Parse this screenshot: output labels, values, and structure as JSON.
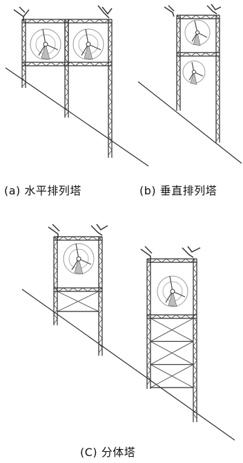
{
  "captions": {
    "a": "(a) 水平排列塔",
    "b": "(b) 垂直排列塔",
    "c": "(C) 分体塔"
  },
  "colors": {
    "line": "#2a2a2a",
    "lattice": "#4a4a4a",
    "circle": "#9a9a9a",
    "background": "#ffffff"
  },
  "icons": {
    "tower": "lattice-tower",
    "wind_turbine": "turbine-rotor-circle"
  }
}
